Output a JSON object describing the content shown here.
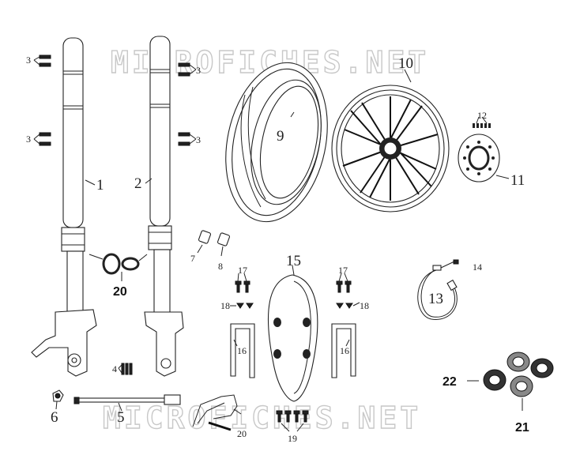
{
  "watermark": {
    "text": "MICROFICHES.NET"
  },
  "diagram": {
    "labels": {
      "fork_left": "1",
      "fork_right": "2",
      "bolt_l_top": "3",
      "bolt_l_mid": "3",
      "bolt_r_top": "3",
      "bolt_r_mid": "3",
      "bolt_set": "4",
      "axle": "5",
      "axle_nut": "6",
      "cap_7": "7",
      "cap_8": "8",
      "tire": "9",
      "wheel": "10",
      "disc": "11",
      "disc_bolts": "12",
      "speedo_cable": "13",
      "cable_screw": "14",
      "fender": "15",
      "bracket_left": "16",
      "bracket_right": "16",
      "bolt_17_left": "17",
      "bolt_17_right": "17",
      "washer_18_left": "18",
      "washer_18_right": "18",
      "fender_bolts": "19",
      "seals_bold": "20",
      "wire_clip": "20",
      "bearings": "21",
      "oil_seals": "22"
    }
  }
}
